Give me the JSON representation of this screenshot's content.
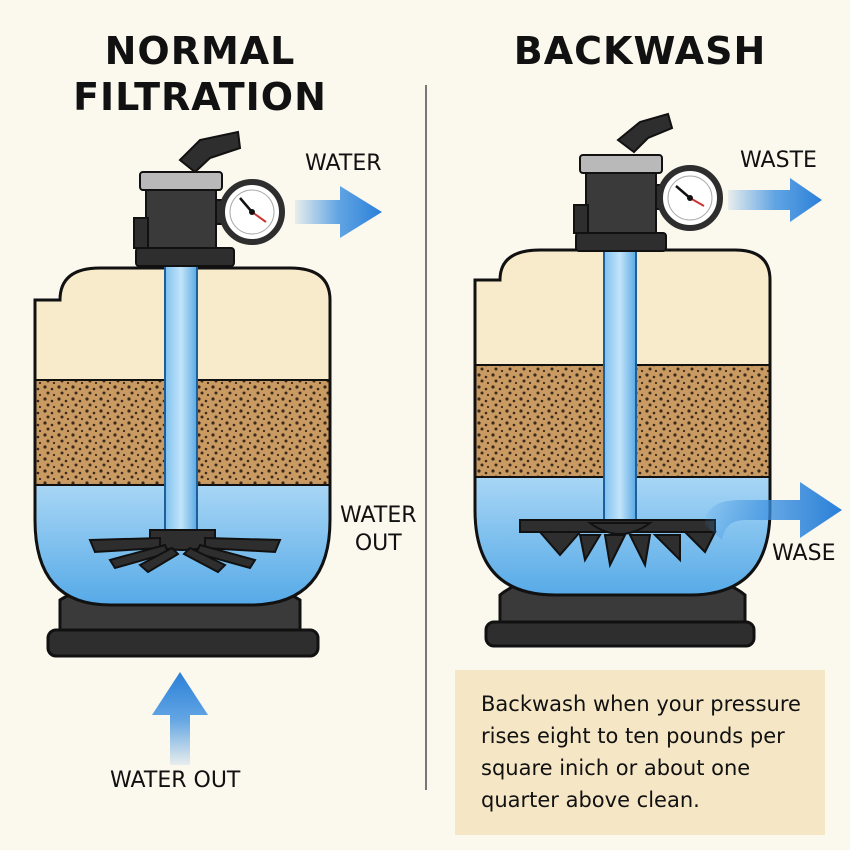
{
  "panels": {
    "left": {
      "title": "NORMAL\nFILTRATION"
    },
    "right": {
      "title": "BACKWASH"
    }
  },
  "labels": {
    "left_top_arrow": "WATER",
    "left_side": "WATER\nOUT",
    "left_bottom_arrow": "WATER OUT",
    "right_top_arrow": "WASTE",
    "right_side_arrow": "WASE"
  },
  "note": {
    "text": "Backwash when your pressure rises eight to ten pounds per square inich or about one quarter above clean."
  },
  "colors": {
    "background": "#fbf8ee",
    "tank_top": "#f8ebcb",
    "sand": "#c99a62",
    "water": "#7ec2f0",
    "arrow": "#3a8fe0",
    "base": "#333333",
    "note_bg": "#f5e6c6"
  },
  "icons": [
    "pressure-gauge-icon",
    "multiport-valve-icon",
    "flow-arrow-icon"
  ]
}
